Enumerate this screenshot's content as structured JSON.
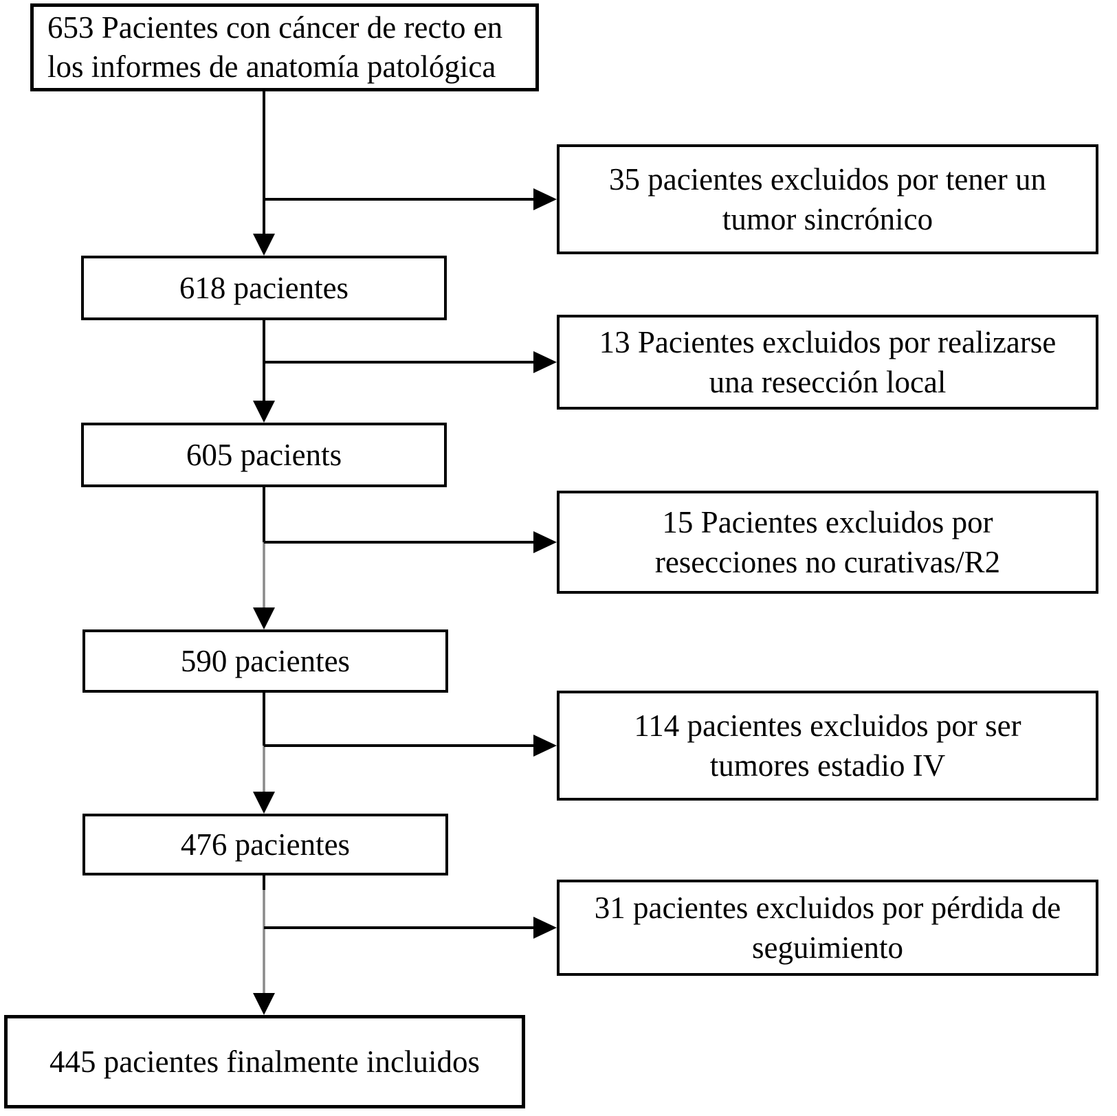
{
  "diagram": {
    "type": "flowchart",
    "language": "es",
    "colors": {
      "background": "#ffffff",
      "box_border": "#000000",
      "text": "#000000",
      "connector": "#000000",
      "connector_faded": "#8a8a8a"
    },
    "main_chain": [
      {
        "lines": [
          "653 Pacientes con cáncer de recto en",
          "los informes de anatomía patológica"
        ]
      },
      {
        "lines": [
          "618 pacientes"
        ]
      },
      {
        "lines": [
          "605 pacients"
        ]
      },
      {
        "lines": [
          "590 pacientes"
        ]
      },
      {
        "lines": [
          "476 pacientes"
        ]
      },
      {
        "lines": [
          "445 pacientes finalmente incluidos"
        ]
      }
    ],
    "exclusions": [
      {
        "lines": [
          "35 pacientes excluidos por tener un",
          "tumor sincrónico"
        ]
      },
      {
        "lines": [
          "13 Pacientes excluidos por realizarse",
          "una resección local"
        ]
      },
      {
        "lines": [
          "15 Pacientes excluidos por",
          "resecciones no curativas/R2"
        ]
      },
      {
        "lines": [
          "114 pacientes excluidos por ser",
          "tumores estadio IV"
        ]
      },
      {
        "lines": [
          "31 pacientes excluidos por pérdida de",
          "seguimiento"
        ]
      }
    ]
  }
}
